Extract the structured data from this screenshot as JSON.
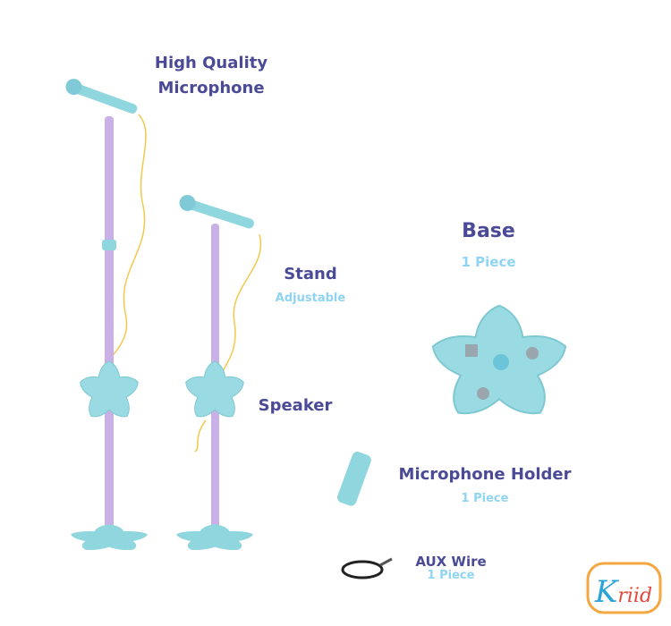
{
  "labels": {
    "microphone_line1": "High Quality",
    "microphone_line2": "Microphone",
    "stand_title": "Stand",
    "stand_sub": "Adjustable",
    "speaker_title": "Speaker",
    "base_title": "Base",
    "base_sub": "1 Piece",
    "holder_title": "Microphone Holder",
    "holder_sub": "1 Piece",
    "aux_title": "AUX Wire",
    "aux_sub": "1 Piece"
  },
  "logo": {
    "text": "Kriid"
  },
  "colors": {
    "title": "#4b4a97",
    "subtitle": "#8fd4f2",
    "toy_teal": "#8fd6de",
    "pole_purple": "#c9b0e6",
    "cable_yellow": "#f2c94c"
  }
}
